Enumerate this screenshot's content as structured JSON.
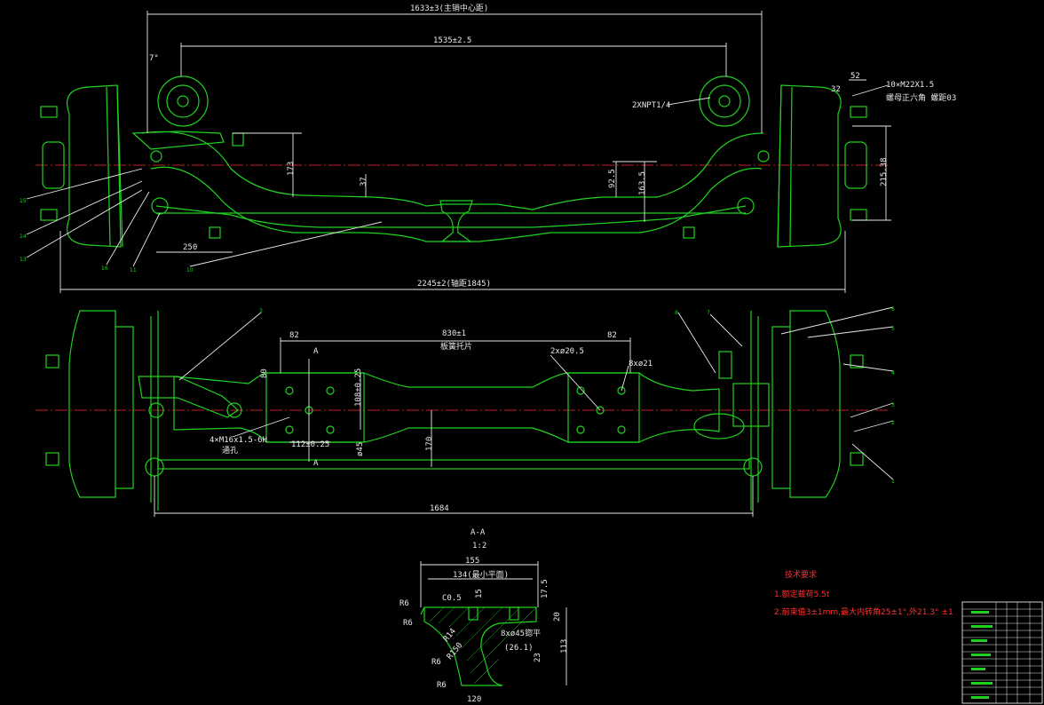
{
  "top_view": {
    "dim_kingpin": "1633±3(主销中心距)",
    "dim_inner": "1535±2.5",
    "dim_overall": "2245±2(轴距1845)",
    "dim_250": "250",
    "dim_173": "173",
    "dim_37": "37",
    "dim_92": "92.5",
    "dim_163": "163.5",
    "dim_215": "215.38",
    "dim_52": "52",
    "dim_32": "32",
    "dim_angle": "7°",
    "note_npt": "2XNPT1/4",
    "note_thread": "10×M22X1.5",
    "note_nut": "螺母正六角  螺距03",
    "labels_left": [
      "15",
      "14",
      "13",
      "16",
      "11",
      "10"
    ]
  },
  "front_view": {
    "dim_830": "830±1",
    "note_spring": "板簧托片",
    "dim_82_l": "82",
    "dim_82_r": "82",
    "dim_80": "80",
    "dim_108": "108±0.25",
    "dim_112": "112±0.25",
    "dim_45": "ø45",
    "dim_170": "170",
    "dim_1684": "1684",
    "note_hole": "2xø20.5",
    "note_holes21": "8xø21",
    "note_thread": "4×M16x1.5-6H",
    "note_through": "通孔",
    "section_mark": "A",
    "labels_right": [
      "1",
      "2",
      "3",
      "4",
      "5",
      "6",
      "7",
      "8"
    ],
    "label_left": "3"
  },
  "section": {
    "title": "A-A",
    "scale": "1:2",
    "dim_155": "155",
    "dim_134": "134(最小平面)",
    "dim_c05": "C0.5",
    "dim_15": "15",
    "dim_175": "17.5",
    "dim_20": "20",
    "dim_113": "113",
    "dim_23": "23",
    "dim_120": "120",
    "dim_8x45": "8xø45锪平",
    "dim_261": "(26.1)",
    "dim_r6_1": "R6",
    "dim_r6_2": "R6",
    "dim_r6_3": "R6",
    "dim_r6_4": "R6",
    "dim_r14": "R14",
    "dim_r150": "R150"
  },
  "tech": {
    "title": "技术要求",
    "line1": "1.额定载荷5.5t",
    "line2": "2.前束值3±1mm,最大内转角25±1°,外21.3°  ±1"
  },
  "colors": {
    "background": "#000000",
    "outline": "#1fd21f",
    "dimension": "#e8e8e8",
    "centerline": "#ff2a2a"
  }
}
